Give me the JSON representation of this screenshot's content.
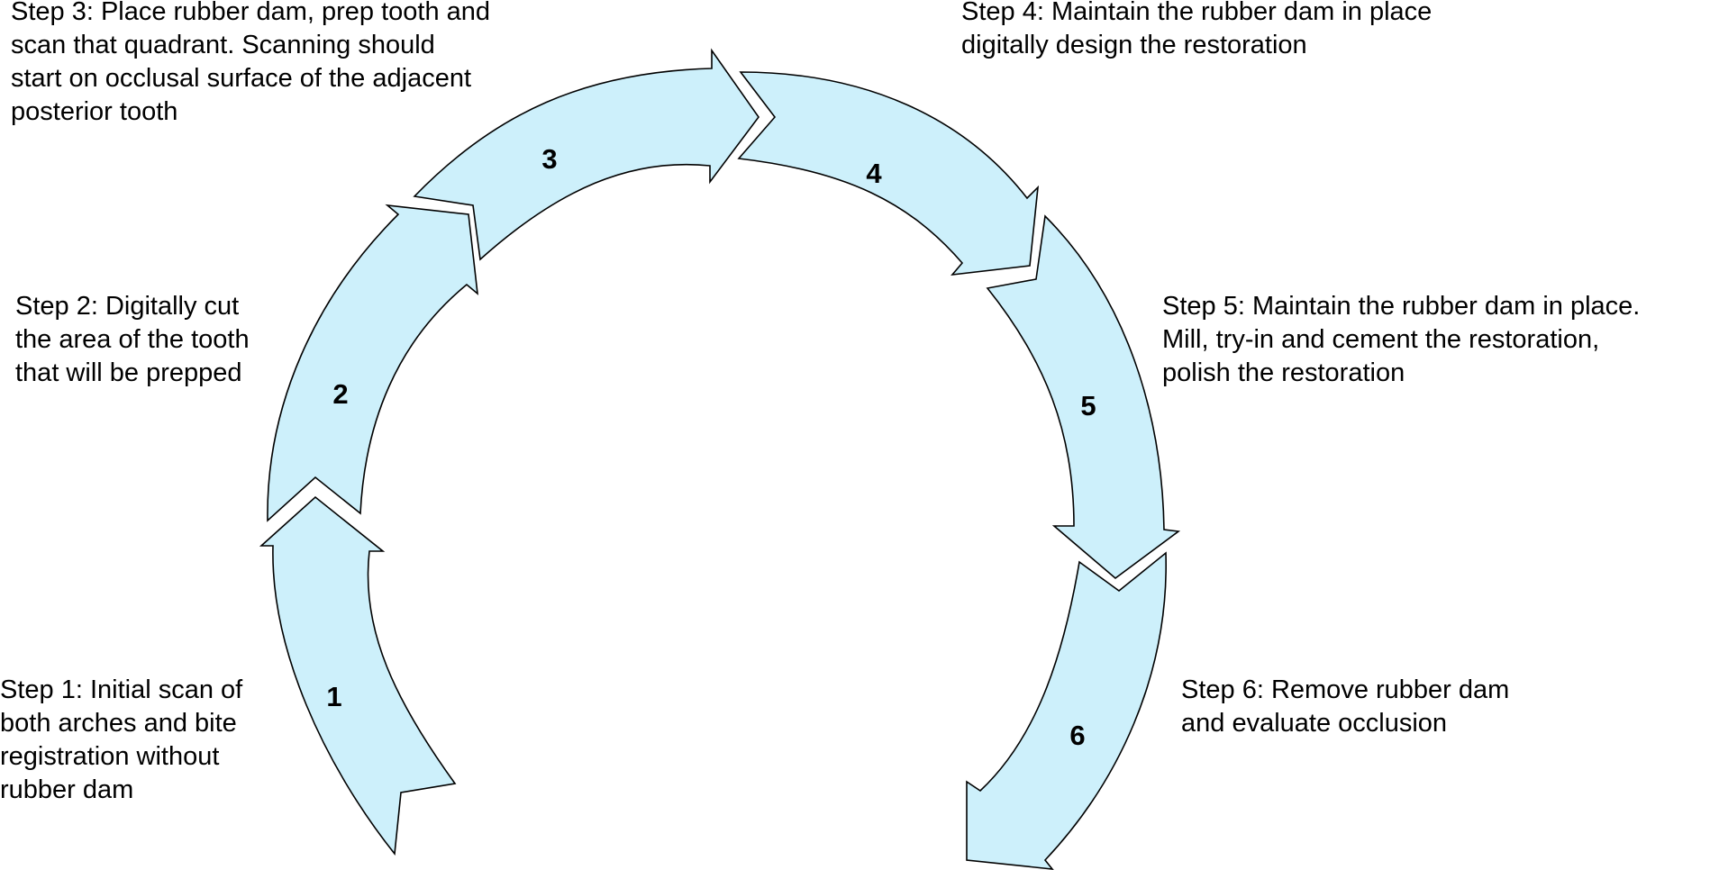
{
  "colors": {
    "arrow_fill": "#cdf0fb",
    "arrow_stroke": "#000000",
    "text": "#000000",
    "background": "#ffffff"
  },
  "steps": [
    {
      "number": "1",
      "lines": [
        "Step 1: Initial scan of",
        "both arches and bite",
        "registration without",
        "rubber dam"
      ]
    },
    {
      "number": "2",
      "lines": [
        "Step 2: Digitally cut",
        "the area of the tooth",
        "that will be prepped"
      ]
    },
    {
      "number": "3",
      "lines": [
        "Step 3: Place rubber dam, prep tooth and",
        "scan that quadrant. Scanning should",
        "start on occlusal surface of the adjacent",
        "posterior tooth"
      ]
    },
    {
      "number": "4",
      "lines": [
        "Step 4: Maintain the rubber dam in place",
        "digitally design the restoration"
      ]
    },
    {
      "number": "5",
      "lines": [
        "Step 5: Maintain the rubber dam in place.",
        "Mill, try-in and cement the restoration,",
        "polish the restoration"
      ]
    },
    {
      "number": "6",
      "lines": [
        "Step 6: Remove rubber dam",
        "and evaluate occlusion"
      ]
    }
  ]
}
